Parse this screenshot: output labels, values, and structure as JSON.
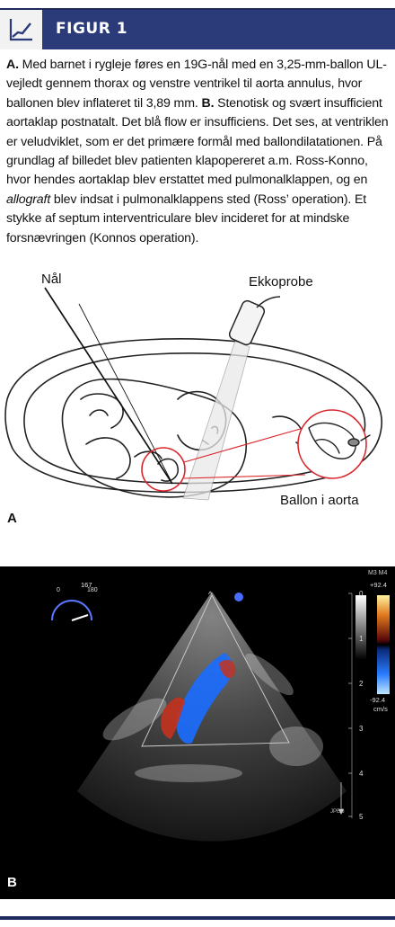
{
  "header": {
    "title": "FIGUR 1"
  },
  "caption": {
    "p1_label_a": "A.",
    "p1_text_a": " Med barnet i rygleje føres en 19G-nål med en 3,25-mm-ballon UL-vejledt gennem thorax og venstre ventrikel til aorta annulus, hvor ballonen blev inflateret til 3,89 mm. ",
    "p1_label_b": "B.",
    "p1_text_b": " Stenotisk og svært insufficient aortaklap postnatalt. Det blå flow er insufficiens. Det ses, at ventriklen er veludviklet, som er det primære formål med ballondilatationen. På grundlag af billedet blev patienten klapopereret a.m. Ross-Konno, hvor hendes aortaklap blev erstattet med pulmonalklappen, og en ",
    "p1_italic": "allograft",
    "p1_text_c": " blev indsat i pulmonalklappens sted (Ross’ operation). Et stykke af septum interventriculare blev incideret for at mindske forsnævringen (Konnos operation)."
  },
  "panel_a": {
    "label": "A",
    "needle_label": "Nål",
    "probe_label": "Ekkoprobe",
    "balloon_label": "Ballon i aorta"
  },
  "panel_b": {
    "label": "B",
    "angle_readout": "167",
    "scale_top_labels": "M3 M4",
    "scale_max": "+92.4",
    "scale_min": "-92.4",
    "scale_unit": "cm/s",
    "depth_ticks": [
      "0",
      "1",
      "2",
      "3",
      "4",
      "5"
    ],
    "jpeg_label": "JPEG"
  },
  "colors": {
    "header_band": "#2b3a78",
    "accent_red": "#d9262b",
    "doppler_blue": "#1a6dff",
    "doppler_red": "#c4321e"
  }
}
